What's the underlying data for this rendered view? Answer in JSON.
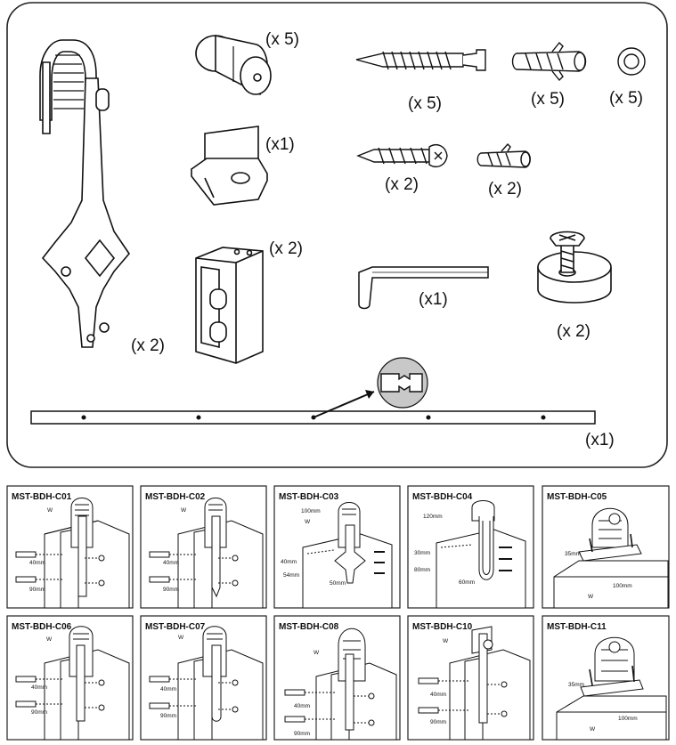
{
  "kit": {
    "quantities": {
      "hanger": "(x 2)",
      "stopper": "(x 5)",
      "lag_bolt": "(x 5)",
      "anchor_large": "(x 5)",
      "washer": "(x 5)",
      "floor_guide": "(x1)",
      "bolt_small": "(x 2)",
      "anchor_small": "(x 2)",
      "spacer_block": "(x 2)",
      "hex_key": "(x1)",
      "end_stop": "(x 2)",
      "rail": "(x1)"
    }
  },
  "colors": {
    "line": "#111111",
    "callout_fill": "#c8c8c8",
    "frame": "#222222"
  },
  "panels": [
    {
      "title": "MST-BDH-C01",
      "labels": [
        "W",
        "40mm",
        "90mm"
      ]
    },
    {
      "title": "MST-BDH-C02",
      "labels": [
        "W",
        "40mm",
        "90mm"
      ]
    },
    {
      "title": "MST-BDH-C03",
      "labels": [
        "100mm",
        "W",
        "40mm",
        "54mm",
        "50mm"
      ]
    },
    {
      "title": "MST-BDH-C04",
      "labels": [
        "120mm",
        "30mm",
        "80mm",
        "60mm"
      ]
    },
    {
      "title": "MST-BDH-C05",
      "labels": [
        "35mm",
        "100mm",
        "W"
      ]
    },
    {
      "title": "MST-BDH-C06",
      "labels": [
        "W",
        "40mm",
        "90mm"
      ]
    },
    {
      "title": "MST-BDH-C07",
      "labels": [
        "W",
        "40mm",
        "90mm"
      ]
    },
    {
      "title": "MST-BDH-C08",
      "labels": [
        "W",
        "40mm",
        "90mm"
      ]
    },
    {
      "title": "MST-BDH-C10",
      "labels": [
        "W",
        "40mm",
        "90mm"
      ]
    },
    {
      "title": "MST-BDH-C11",
      "labels": [
        "35mm",
        "100mm",
        "W"
      ]
    }
  ]
}
